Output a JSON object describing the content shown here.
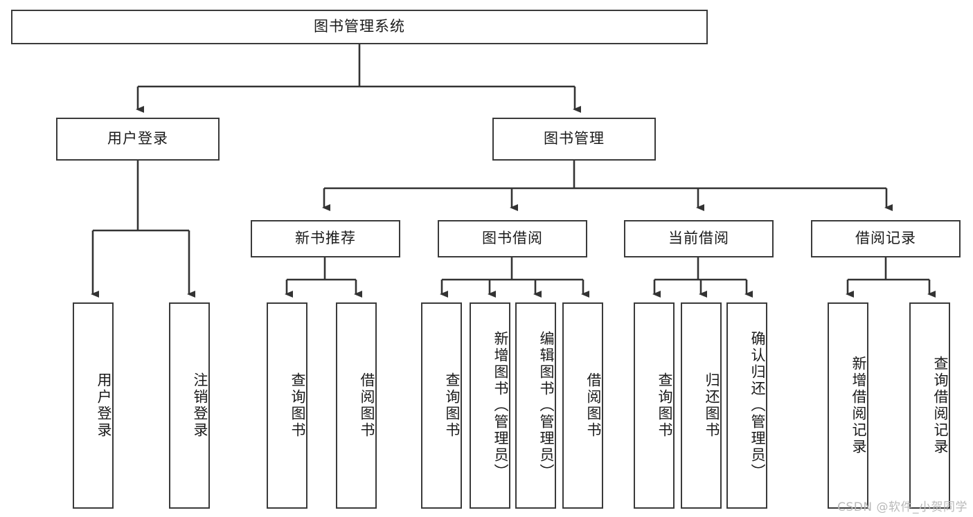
{
  "diagram": {
    "type": "hierarchy-tree",
    "title": "图书管理系统",
    "orientation": "top-down",
    "colors": {
      "box_border": "#3a3a3a",
      "box_fill": "#ffffff",
      "line": "#333333",
      "text": "#1a1a1a",
      "watermark": "#b9b9b9",
      "background": "#ffffff"
    },
    "root": {
      "id": "root",
      "label": "图书管理系统"
    },
    "level2": [
      {
        "id": "user-login",
        "label": "用户登录"
      },
      {
        "id": "book-manage",
        "label": "图书管理"
      }
    ],
    "level3": [
      {
        "id": "new-book-rec",
        "label": "新书推荐",
        "parent": "book-manage"
      },
      {
        "id": "book-borrow",
        "label": "图书借阅",
        "parent": "book-manage"
      },
      {
        "id": "current-borrow",
        "label": "当前借阅",
        "parent": "book-manage"
      },
      {
        "id": "borrow-record",
        "label": "借阅记录",
        "parent": "book-manage"
      }
    ],
    "leaves": {
      "user-login": [
        {
          "id": "leaf-user-login",
          "label": "用户登录"
        },
        {
          "id": "leaf-user-logout",
          "label": "注销登录"
        }
      ],
      "new-book-rec": [
        {
          "id": "leaf-query-book-1",
          "label": "查询图书"
        },
        {
          "id": "leaf-borrow-book-1",
          "label": "借阅图书"
        }
      ],
      "book-borrow": [
        {
          "id": "leaf-query-book-2",
          "label": "查询图书"
        },
        {
          "id": "leaf-add-book",
          "label": "新增图书（管理员）"
        },
        {
          "id": "leaf-edit-book",
          "label": "编辑图书（管理员）"
        },
        {
          "id": "leaf-borrow-book-2",
          "label": "借阅图书"
        }
      ],
      "current-borrow": [
        {
          "id": "leaf-query-book-3",
          "label": "查询图书"
        },
        {
          "id": "leaf-return-book",
          "label": "归还图书"
        },
        {
          "id": "leaf-confirm-return",
          "label": "确认归还（管理员）"
        }
      ],
      "borrow-record": [
        {
          "id": "leaf-add-record",
          "label": "新增借阅记录"
        },
        {
          "id": "leaf-query-record",
          "label": "查询借阅记录"
        }
      ]
    }
  },
  "watermark": {
    "text": "CSDN @软件_小贺同学"
  }
}
